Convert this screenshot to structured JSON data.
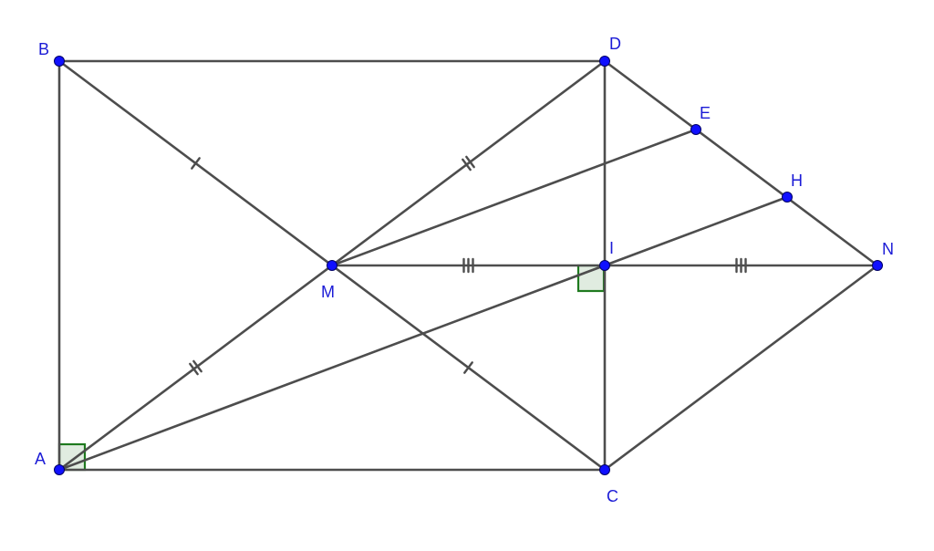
{
  "figure": {
    "points": {
      "A": {
        "label": "A"
      },
      "B": {
        "label": "B"
      },
      "C": {
        "label": "C"
      },
      "D": {
        "label": "D"
      },
      "E": {
        "label": "E"
      },
      "H": {
        "label": "H"
      },
      "I": {
        "label": "I"
      },
      "M": {
        "label": "M"
      },
      "N": {
        "label": "N"
      }
    },
    "segments": [
      [
        "A",
        "B"
      ],
      [
        "B",
        "D"
      ],
      [
        "A",
        "C"
      ],
      [
        "D",
        "C"
      ],
      [
        "B",
        "C"
      ],
      [
        "A",
        "D"
      ],
      [
        "D",
        "N"
      ],
      [
        "C",
        "N"
      ],
      [
        "M",
        "N"
      ],
      [
        "M",
        "E"
      ],
      [
        "A",
        "H"
      ]
    ],
    "right_angles": [
      "A",
      "I"
    ],
    "equal_marks": [
      {
        "segment": [
          "B",
          "M"
        ],
        "ticks": 1
      },
      {
        "segment": [
          "M",
          "C"
        ],
        "ticks": 1
      },
      {
        "segment": [
          "M",
          "D"
        ],
        "ticks": 2
      },
      {
        "segment": [
          "A",
          "M"
        ],
        "ticks": 2
      },
      {
        "segment": [
          "M",
          "I"
        ],
        "ticks": 3
      },
      {
        "segment": [
          "I",
          "N"
        ],
        "ticks": 3
      }
    ],
    "colors": {
      "segment": "#4d4d4d",
      "point": "#1010ff",
      "label": "#1b1bd6",
      "right_angle": "#1f7a1f"
    }
  }
}
